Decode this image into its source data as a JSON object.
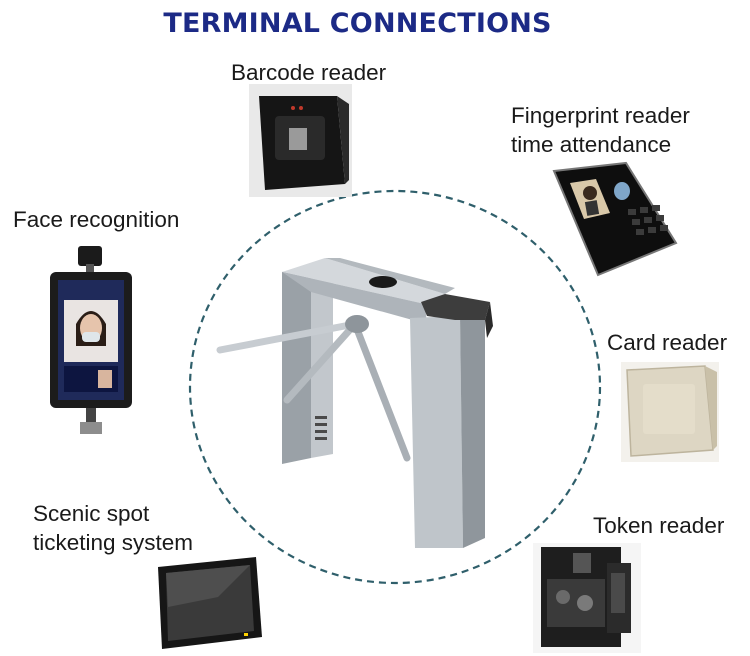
{
  "title": "TERMINAL CONNECTIONS",
  "devices": {
    "barcode_reader": "Barcode reader",
    "fingerprint_reader_line1": "Fingerprint reader",
    "fingerprint_reader_line2": "time attendance",
    "face_recognition": "Face recognition",
    "card_reader": "Card reader",
    "scenic_spot_line1": "Scenic spot",
    "scenic_spot_line2": "ticketing system",
    "token_reader": "Token reader"
  },
  "colors": {
    "title": "#1c2a86",
    "circle": "#2f5f6b",
    "steel": "#b8bec4"
  }
}
